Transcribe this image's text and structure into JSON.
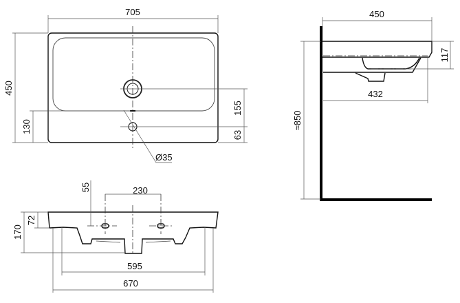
{
  "top_view": {
    "width": "705",
    "depth": "450",
    "overflow_from_front": "130",
    "drain_to_overflow": "155",
    "overflow_to_edge": "63",
    "overflow_diameter": "Ø35"
  },
  "front_view": {
    "tap_hole_offset": "55",
    "tap_hole_spacing": "230",
    "rim_height": "72",
    "total_height": "170",
    "inner_width": "595",
    "bottom_width": "670"
  },
  "side_view": {
    "depth": "450",
    "bowl_depth": "117",
    "projection": "432",
    "mount_height": "≈850"
  }
}
